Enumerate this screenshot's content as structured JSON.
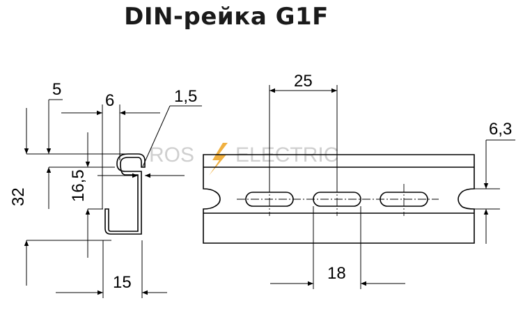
{
  "title": "DIN-рейка G1F",
  "watermark": {
    "left": "ROS",
    "right": "ELECTRIC",
    "bolt_color": "#f0b040"
  },
  "dimensions": {
    "d5": "5",
    "d6": "6",
    "d1_5": "1,5",
    "d32": "32",
    "d16_5": "16,5",
    "d15": "15",
    "d25": "25",
    "d6_3": "6,3",
    "d18": "18"
  },
  "colors": {
    "line": "#000000",
    "watermark": "#cfcfcf",
    "accent": "#f0b040"
  }
}
